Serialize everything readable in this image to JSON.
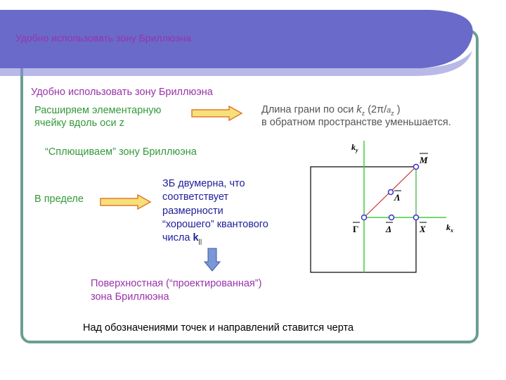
{
  "header": {
    "title": "Удобно использовать зону Бриллюэна"
  },
  "main": {
    "subtitle": "Удобно использовать зону Бриллюэна",
    "expand_line1": "Расширяем элементарную",
    "expand_line2": "ячейку вдоль оси z",
    "edge_length_prefix": "Длина грани по оси ",
    "edge_kz": "k",
    "edge_kz_sub": "z",
    "edge_formula": " (2π/",
    "edge_az": "a",
    "edge_az_sub": "z",
    "edge_close": " )",
    "edge_line2": "в обратном пространстве уменьшается.",
    "flatten": "“Сплющиваем” зону Бриллюэна",
    "limit": "В пределе",
    "bz2d_line1": "ЗБ двумерна, что",
    "bz2d_line2": "соответствует",
    "bz2d_line3": "размерности",
    "bz2d_line4": "“хорошего” квантового",
    "bz2d_line5": "числа ",
    "bz2d_k": "k",
    "bz2d_k_sub": "||",
    "surface_line1": "Поверхностная (“проектированная”)",
    "surface_line2": "зона Бриллюэна",
    "footer": "Над обозначениями точек и направлений ставится черта"
  },
  "diagram": {
    "ky": "k",
    "ky_sub": "y",
    "kx": "k",
    "kx_sub": "x",
    "M": "M",
    "Lambda": "Λ",
    "Gamma": "Γ",
    "Delta": "Δ",
    "X": "X"
  },
  "colors": {
    "frame": "#6b9e92",
    "banner": "#6a6acb",
    "green_text": "#33993a",
    "purple_text": "#9933aa",
    "blue_text": "#20209a",
    "axis_green": "#44cc44",
    "diagonal_red": "#cc3333",
    "arrow_fill": "#f6e07a",
    "arrow_stroke": "#e07a2a"
  }
}
